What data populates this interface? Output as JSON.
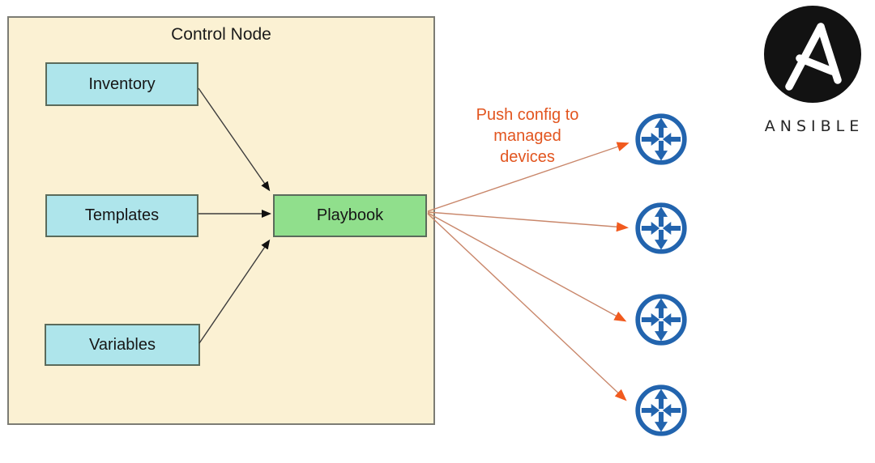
{
  "page": {
    "background": "#FFFFFF",
    "type": "ansible-architecture-diagram"
  },
  "control_node": {
    "title": "Control Node",
    "fill": "#FBF1D3",
    "border_color": "#7C7C74",
    "components": [
      {
        "id": "inventory",
        "label": "Inventory"
      },
      {
        "id": "templates",
        "label": "Templates"
      },
      {
        "id": "variables",
        "label": "Variables"
      }
    ],
    "component_fill": "#AEE5EB",
    "playbook": {
      "label": "Playbook",
      "fill": "#90DF8C"
    }
  },
  "annotation": {
    "text": "Push config to managed devices",
    "color": "#E2551F"
  },
  "managed_devices": {
    "count": 4,
    "icon": "router-icon",
    "color": "#2264AE"
  },
  "connections": {
    "internal": [
      {
        "from": "Inventory",
        "to": "Playbook"
      },
      {
        "from": "Templates",
        "to": "Playbook"
      },
      {
        "from": "Variables",
        "to": "Playbook"
      }
    ],
    "internal_line_color": "#3C3C3C",
    "push_lines": {
      "from": "Playbook",
      "to": "managed devices",
      "count": 4,
      "line_color": "#C9876B",
      "arrow_color": "#F15A1E"
    }
  },
  "brand": {
    "wordmark": "ANSIBLE",
    "logo": "ansible-logo",
    "logo_color": "#121212"
  }
}
